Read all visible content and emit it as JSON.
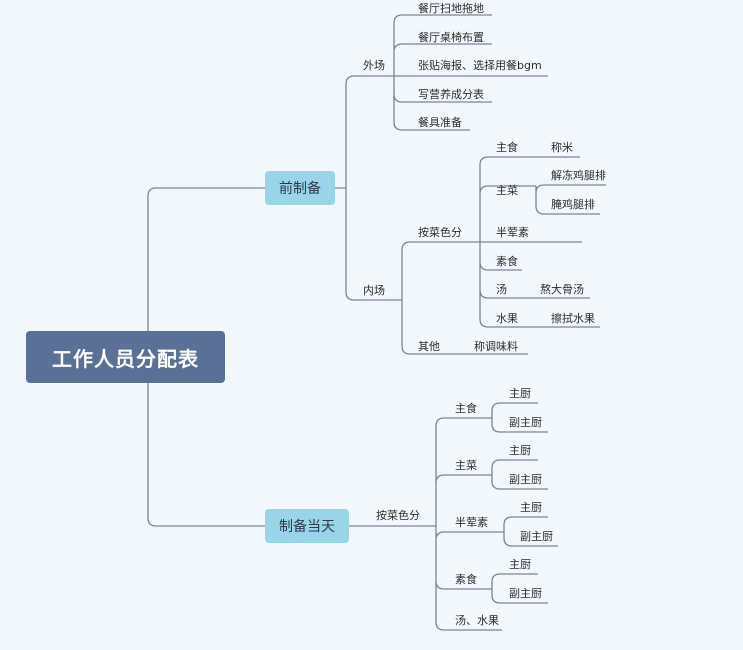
{
  "root": "工作人员分配表",
  "branches": {
    "pre_prep": {
      "label": "前制备",
      "outside": {
        "label": "外场",
        "items": [
          "餐厅扫地拖地",
          "餐厅桌椅布置",
          "张贴海报、选择用餐bgm",
          "写营养成分表",
          "餐具准备"
        ]
      },
      "inside": {
        "label": "内场",
        "by_dish": {
          "label": "按菜色分",
          "staple": {
            "label": "主食",
            "task": "称米"
          },
          "main_dish": {
            "label": "主菜",
            "tasks": [
              "解冻鸡腿排",
              "腌鸡腿排"
            ]
          },
          "half_meat": {
            "label": "半荤素"
          },
          "veg": {
            "label": "素食"
          },
          "soup": {
            "label": "汤",
            "task": "熬大骨汤"
          },
          "fruit": {
            "label": "水果",
            "task": "擦拭水果"
          }
        },
        "other": {
          "label": "其他",
          "task": "称调味料"
        }
      }
    },
    "day_of": {
      "label": "制备当天",
      "by_dish": {
        "label": "按菜色分",
        "staple": {
          "label": "主食",
          "roles": [
            "主厨",
            "副主厨"
          ]
        },
        "main_dish": {
          "label": "主菜",
          "roles": [
            "主厨",
            "副主厨"
          ]
        },
        "half_meat": {
          "label": "半荤素",
          "roles": [
            "主厨",
            "副主厨"
          ]
        },
        "veg": {
          "label": "素食",
          "roles": [
            "主厨",
            "副主厨"
          ]
        },
        "soup_fruit": {
          "label": "汤、水果"
        }
      }
    }
  },
  "colors": {
    "root_bg": "#5a7097",
    "branch_bg": "#9ad4e8",
    "line": "#7a8596",
    "background": "#f3f8fc"
  }
}
